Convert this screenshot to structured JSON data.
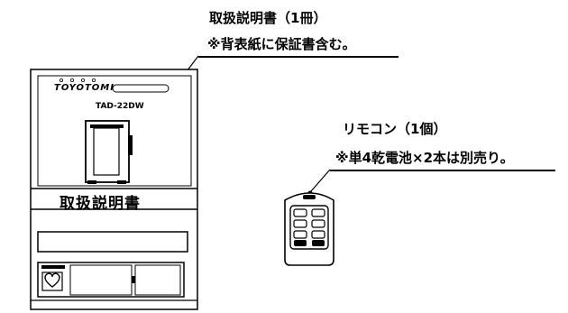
{
  "manual": {
    "title_line1": "取扱説明書（1冊）",
    "title_line2": "※背表紙に保証書含む。",
    "cover_brand": "TOYOTOMI",
    "cover_model": "TAD-22DW",
    "cover_heading": "取扱説明書"
  },
  "remote": {
    "title_line1": "リモコン（1個）",
    "title_line2": "※単4乾電池×2本は別売り。"
  }
}
